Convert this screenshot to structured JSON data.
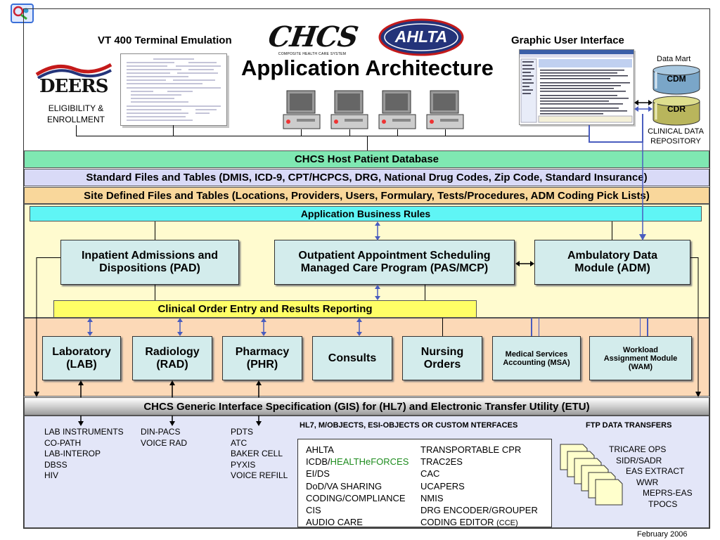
{
  "header": {
    "left_title": "VT 400 Terminal Emulation",
    "right_title": "Graphic User Interface",
    "main_title": "Application Architecture",
    "chcs_logo_text": "CHCS",
    "chcs_logo_subtext": "COMPOSITE HEALTH CARE SYSTEM",
    "ahlta_logo_text": "AHLTA",
    "deers_logo_text": "DEERS",
    "deers_caption_1": "ELIGIBILITY &",
    "deers_caption_2": "ENROLLMENT"
  },
  "data_mart": {
    "label": "Data Mart",
    "cdm": "CDM",
    "cdr": "CDR",
    "repo_line1": "CLINICAL DATA",
    "repo_line2": "REPOSITORY"
  },
  "bands": {
    "host_db": "CHCS Host Patient Database",
    "standard_files": "Standard Files and Tables (DMIS, ICD-9, CPT/HCPCS, DRG, National Drug Codes, Zip Code, Standard Insurance)",
    "site_files": "Site Defined Files and Tables (Locations, Providers, Users, Formulary, Tests/Procedures, ADM Coding Pick Lists)",
    "business_rules": "Application Business Rules",
    "order_entry": "Clinical Order Entry and Results Reporting",
    "gis": "CHCS Generic Interface Specification (GIS) for (HL7) and Electronic Transfer Utility (ETU)"
  },
  "modules_top": {
    "pad_1": "Inpatient Admissions and",
    "pad_2": "Dispositions (PAD)",
    "pas_1": "Outpatient Appointment Scheduling",
    "pas_2": "Managed Care Program (PAS/MCP)",
    "adm_1": "Ambulatory Data",
    "adm_2": "Module (ADM)"
  },
  "modules_bottom": {
    "lab_1": "Laboratory",
    "lab_2": "(LAB)",
    "rad_1": "Radiology",
    "rad_2": "(RAD)",
    "phr_1": "Pharmacy",
    "phr_2": "(PHR)",
    "consults": "Consults",
    "nursing_1": "Nursing",
    "nursing_2": "Orders",
    "msa_1": "Medical Services",
    "msa_2": "Accounting (MSA)",
    "wam_1": "Workload",
    "wam_2": "Assignment Module",
    "wam_3": "(WAM)"
  },
  "interfaces": {
    "lab_list": [
      "LAB INSTRUMENTS",
      "CO-PATH",
      "LAB-INTEROP",
      "DBSS",
      "HIV"
    ],
    "rad_list": [
      "DIN-PACS",
      "VOICE RAD"
    ],
    "phr_list": [
      "PDTS",
      "ATC",
      "BAKER CELL",
      "PYXIS",
      "VOICE REFILL"
    ],
    "hl7_header": "HL7, M/OBJECTS, ESI-OBJECTS OR CUSTOM NTERFACES",
    "ftp_header": "FTP DATA TRANSFERS",
    "hl7_col1": [
      "AHLTA",
      "ICDB/",
      "EI/DS",
      "DoD/VA SHARING",
      "CODING/COMPLIANCE",
      "CIS",
      "AUDIO CARE"
    ],
    "hl7_col1_green": "HEALTHeFORCES",
    "hl7_col2": [
      "TRANSPORTABLE CPR",
      "TRAC2ES",
      "CAC",
      "UCAPERS",
      "NMIS",
      "DRG ENCODER/GROUPER",
      "CODING EDITOR"
    ],
    "hl7_col2_suffix": "(CCE)",
    "ftp_list": [
      "TRICARE OPS",
      "SIDR/SADR",
      "EAS EXTRACT",
      "WWR",
      "MEPRS-EAS",
      "TPOCS"
    ]
  },
  "footer": {
    "date": "February 2006"
  },
  "colors": {
    "host_db": "#7fe8b2",
    "standard_files": "#d9daf7",
    "site_files": "#f9d79b",
    "business_rules": "#5ff5f5",
    "yellow_bg": "#fffbcf",
    "order_entry": "#ffff66",
    "peach_bg": "#fcd9b7",
    "module": "#d3ecec",
    "lower_bg": "#e3e6f8",
    "connector_blue": "#4a5dbf"
  }
}
